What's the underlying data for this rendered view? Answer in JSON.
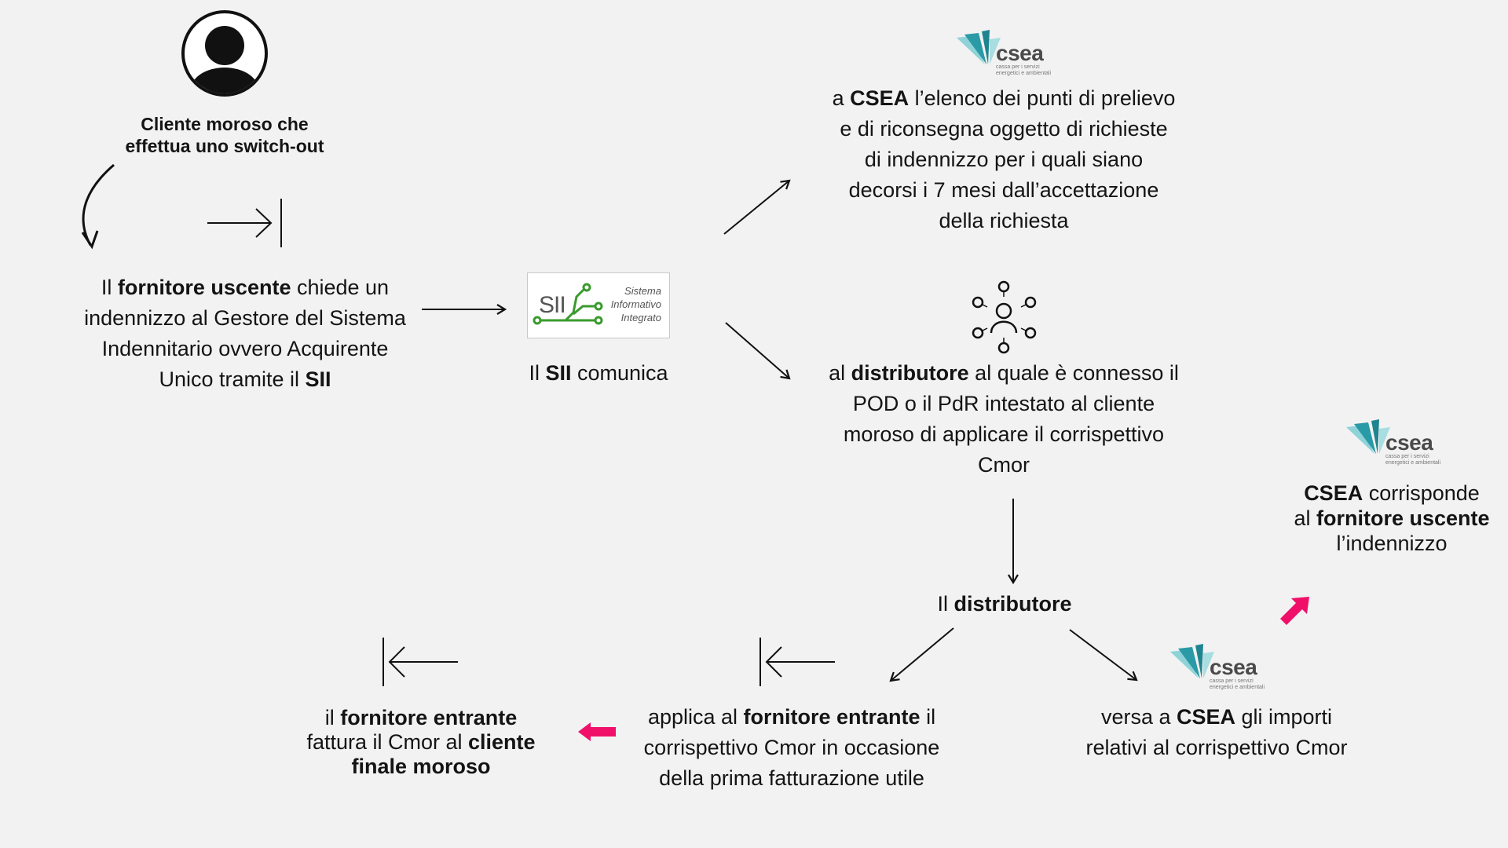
{
  "diagram": {
    "title_node": {
      "icon": "user-avatar-icon",
      "line1": "Cliente moroso che",
      "line2": "effettua uno switch-out"
    },
    "step_request": {
      "l1_pre": "Il ",
      "l1_bold": "fornitore uscente",
      "l1_post": " chiede  un",
      "l2": "indennizzo al Gestore del Sistema",
      "l3": "Indennitario ovvero Acquirente",
      "l4_pre": "Unico tramite il ",
      "l4_bold": "SII"
    },
    "sii": {
      "logo_mark": "SII",
      "logo_l1": "Sistema",
      "logo_l2": "Informativo",
      "logo_l3": "Integrato",
      "caption_pre": "Il ",
      "caption_bold": "SII",
      "caption_post": " comunica"
    },
    "branch_csea": {
      "logo_word": "csea",
      "logo_sub1": "cassa per i servizi",
      "logo_sub2": "energetici e ambientali",
      "l1_pre": "a ",
      "l1_bold": "CSEA",
      "l1_post": " l’elenco dei punti di prelievo",
      "l2": "e di riconsegna oggetto di richieste",
      "l3": "di indennizzo per i quali siano",
      "l4": "decorsi i 7 mesi dall’accettazione",
      "l5": "della richiesta"
    },
    "branch_distributor": {
      "icon": "network-user-icon",
      "l1_pre": "al ",
      "l1_bold": "distributore",
      "l1_post": " al quale è connesso il",
      "l2": "POD o il PdR intestato al cliente",
      "l3": "moroso di applicare il corrispettivo",
      "l4": "Cmor"
    },
    "distributor_node": {
      "pre": "Il ",
      "bold": "distributore"
    },
    "apply": {
      "l1_pre": "applica al ",
      "l1_bold": "fornitore entrante",
      "l1_post": " il",
      "l2": "corrispettivo Cmor in occasione",
      "l3": "della prima fatturazione utile"
    },
    "bill": {
      "l1_pre": "il ",
      "l1_bold": "fornitore entrante",
      "l2_pre": "fattura il Cmor al ",
      "l2_bold": "cliente",
      "l3_bold": "finale moroso"
    },
    "pay_csea": {
      "logo_word": "csea",
      "logo_sub1": "cassa per i servizi",
      "logo_sub2": "energetici e ambientali",
      "l1_pre": "versa a ",
      "l1_bold": "CSEA",
      "l1_post": " gli importi",
      "l2": "relativi al corrispettivo Cmor"
    },
    "csea_pays": {
      "logo_word": "csea",
      "logo_sub1": "cassa per i servizi",
      "logo_sub2": "energetici e ambientali",
      "l1_bold": "CSEA",
      "l1_post": " corrisponde",
      "l2_pre": "al ",
      "l2_bold": "fornitore uscente",
      "l3": "l’indennizzo"
    },
    "colors": {
      "background": "#f2f2f2",
      "text": "#141414",
      "accent_pink": "#f0106a",
      "sii_green": "#3a9a2e",
      "csea_teal": "#2a9aa6",
      "csea_text": "#4a4a4a"
    }
  }
}
